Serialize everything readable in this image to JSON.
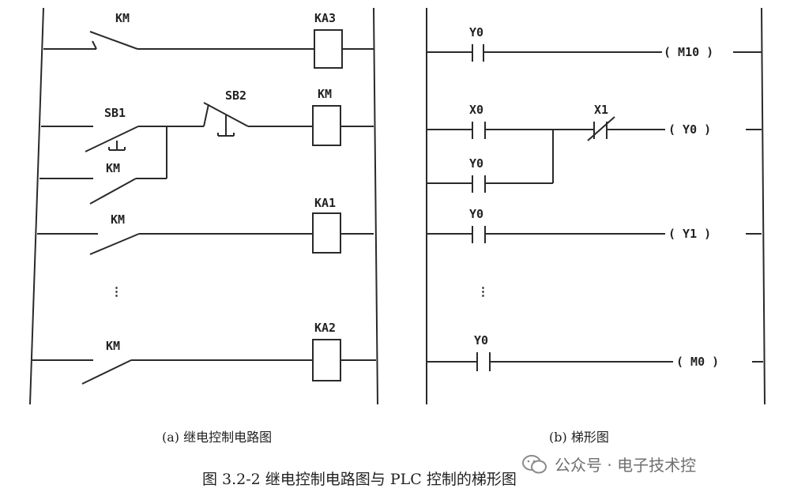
{
  "relay_circuit": {
    "caption": "(a) 继电控制电路图",
    "labels": {
      "km_r1": "KM",
      "ka3": "KA3",
      "sb1": "SB1",
      "sb2": "SB2",
      "km_coil": "KM",
      "km_r2b": "KM",
      "km_r3": "KM",
      "ka1": "KA1",
      "ellipsis": "⋮",
      "km_r4": "KM",
      "ka2": "KA2"
    }
  },
  "ladder_diagram": {
    "caption": "(b) 梯形图",
    "labels": {
      "y0_r1": "Y0",
      "out_m10": "( M10 )",
      "x0": "X0",
      "x1": "X1",
      "out_y0": "( Y0 )",
      "y0_r2b": "Y0",
      "y0_r3": "Y0",
      "out_y1": "( Y1 )",
      "ellipsis": "⋮",
      "y0_r4": "Y0",
      "out_m0": "( M0 )"
    }
  },
  "figure_caption": "图 3.2-2 继电控制电路图与 PLC 控制的梯形图",
  "watermark": {
    "text": "公众号 · 电子技术控",
    "icon": "wechat-icon"
  }
}
